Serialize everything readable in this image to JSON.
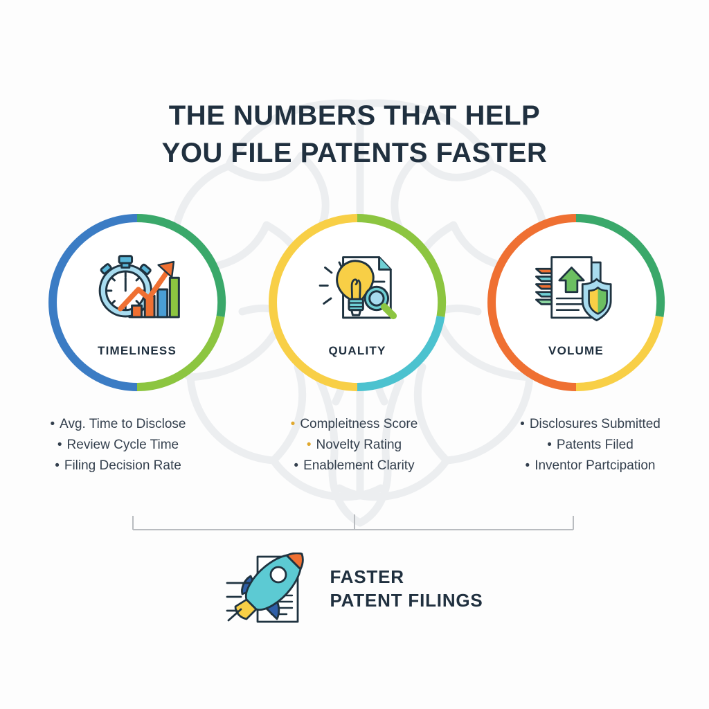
{
  "title": {
    "line1": "THE NUMBERS THAT HELP",
    "line2": "YOU FILE PATENTS FASTER"
  },
  "background": {
    "watermark_icon": "brain-outline",
    "page_color": "#fdfdfd",
    "watermark_color": "#eeeff1"
  },
  "pillars": [
    {
      "label": "TIMELINESS",
      "icon": "stopwatch-bar-chart-growth-icon",
      "ring_colors": [
        "#3b7cc4",
        "#3aa86a",
        "#8cc540"
      ],
      "bullet_color": "#333f4d",
      "metrics": [
        "Avg. Time to Disclose",
        "Review Cycle Time",
        "Filing Decision Rate"
      ]
    },
    {
      "label": "QUALITY",
      "icon": "lightbulb-document-magnifier-icon",
      "ring_colors": [
        "#f8cf46",
        "#8cc540",
        "#4cc2cf"
      ],
      "bullet_color": "#333f4d",
      "bullet_accent_color": "#e0a82e",
      "metrics": [
        "Compleitness Score",
        "Novelty Rating",
        "Enablement Clarity"
      ]
    },
    {
      "label": "VOLUME",
      "icon": "stacked-documents-shield-uparrow-icon",
      "ring_colors": [
        "#ef7032",
        "#3aa86a",
        "#f8cf46"
      ],
      "bullet_color": "#333f4d",
      "metrics": [
        "Disclosures Submitted",
        "Patents Filed",
        "Inventor Partcipation"
      ]
    }
  ],
  "bracket": {
    "icon": "bracket-connector",
    "color": "#b9bcc0"
  },
  "footer": {
    "icon": "rocket-document-icon",
    "line1": "FASTER",
    "line2": "PATENT FILINGS",
    "text_color": "#20303f"
  }
}
